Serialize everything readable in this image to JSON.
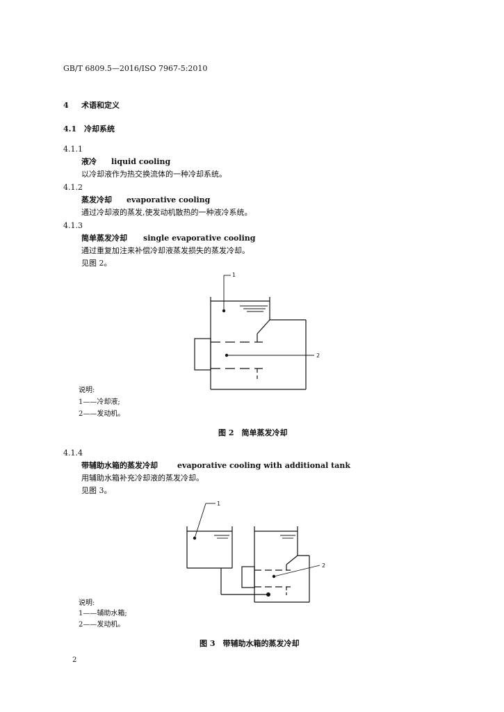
{
  "header": {
    "standard_code": "GB/T 6809.5—2016/ISO 7967-5:2010"
  },
  "section4": {
    "number": "4",
    "title": "术语和定义"
  },
  "section41": {
    "number": "4.1",
    "title": "冷却系统"
  },
  "entries": [
    {
      "number": "4.1.1",
      "term_zh": "液冷",
      "term_en": "liquid cooling",
      "definition": "以冷却液作为热交换流体的一种冷却系统。"
    },
    {
      "number": "4.1.2",
      "term_zh": "蒸发冷却",
      "term_en": "evaporative cooling",
      "definition": "通过冷却液的蒸发,使发动机散热的一种液冷系统。"
    },
    {
      "number": "4.1.3",
      "term_zh": "简单蒸发冷却",
      "term_en": "single evaporative cooling",
      "definition": "通过重复加注来补偿冷却液蒸发损失的蒸发冷却。",
      "see_figure": "见图 2。"
    },
    {
      "number": "4.1.4",
      "term_zh": "带辅助水箱的蒸发冷却",
      "term_en": "evaporative cooling with additional tank",
      "definition": "用辅助水箱补充冷却液的蒸发冷却。",
      "see_figure": "见图 3。"
    }
  ],
  "figure2": {
    "callout_1": "1",
    "callout_2": "2",
    "legend_title": "说明:",
    "legend": [
      "1——冷却液;",
      "2——发动机。"
    ],
    "caption": "图 2　简单蒸发冷却"
  },
  "figure3": {
    "callout_1": "1",
    "callout_2": "2",
    "legend_title": "说明:",
    "legend": [
      "1——辅助水箱;",
      "2——发动机。"
    ],
    "caption": "图 3　带辅助水箱的蒸发冷却"
  },
  "footer": {
    "page_number": "2"
  }
}
